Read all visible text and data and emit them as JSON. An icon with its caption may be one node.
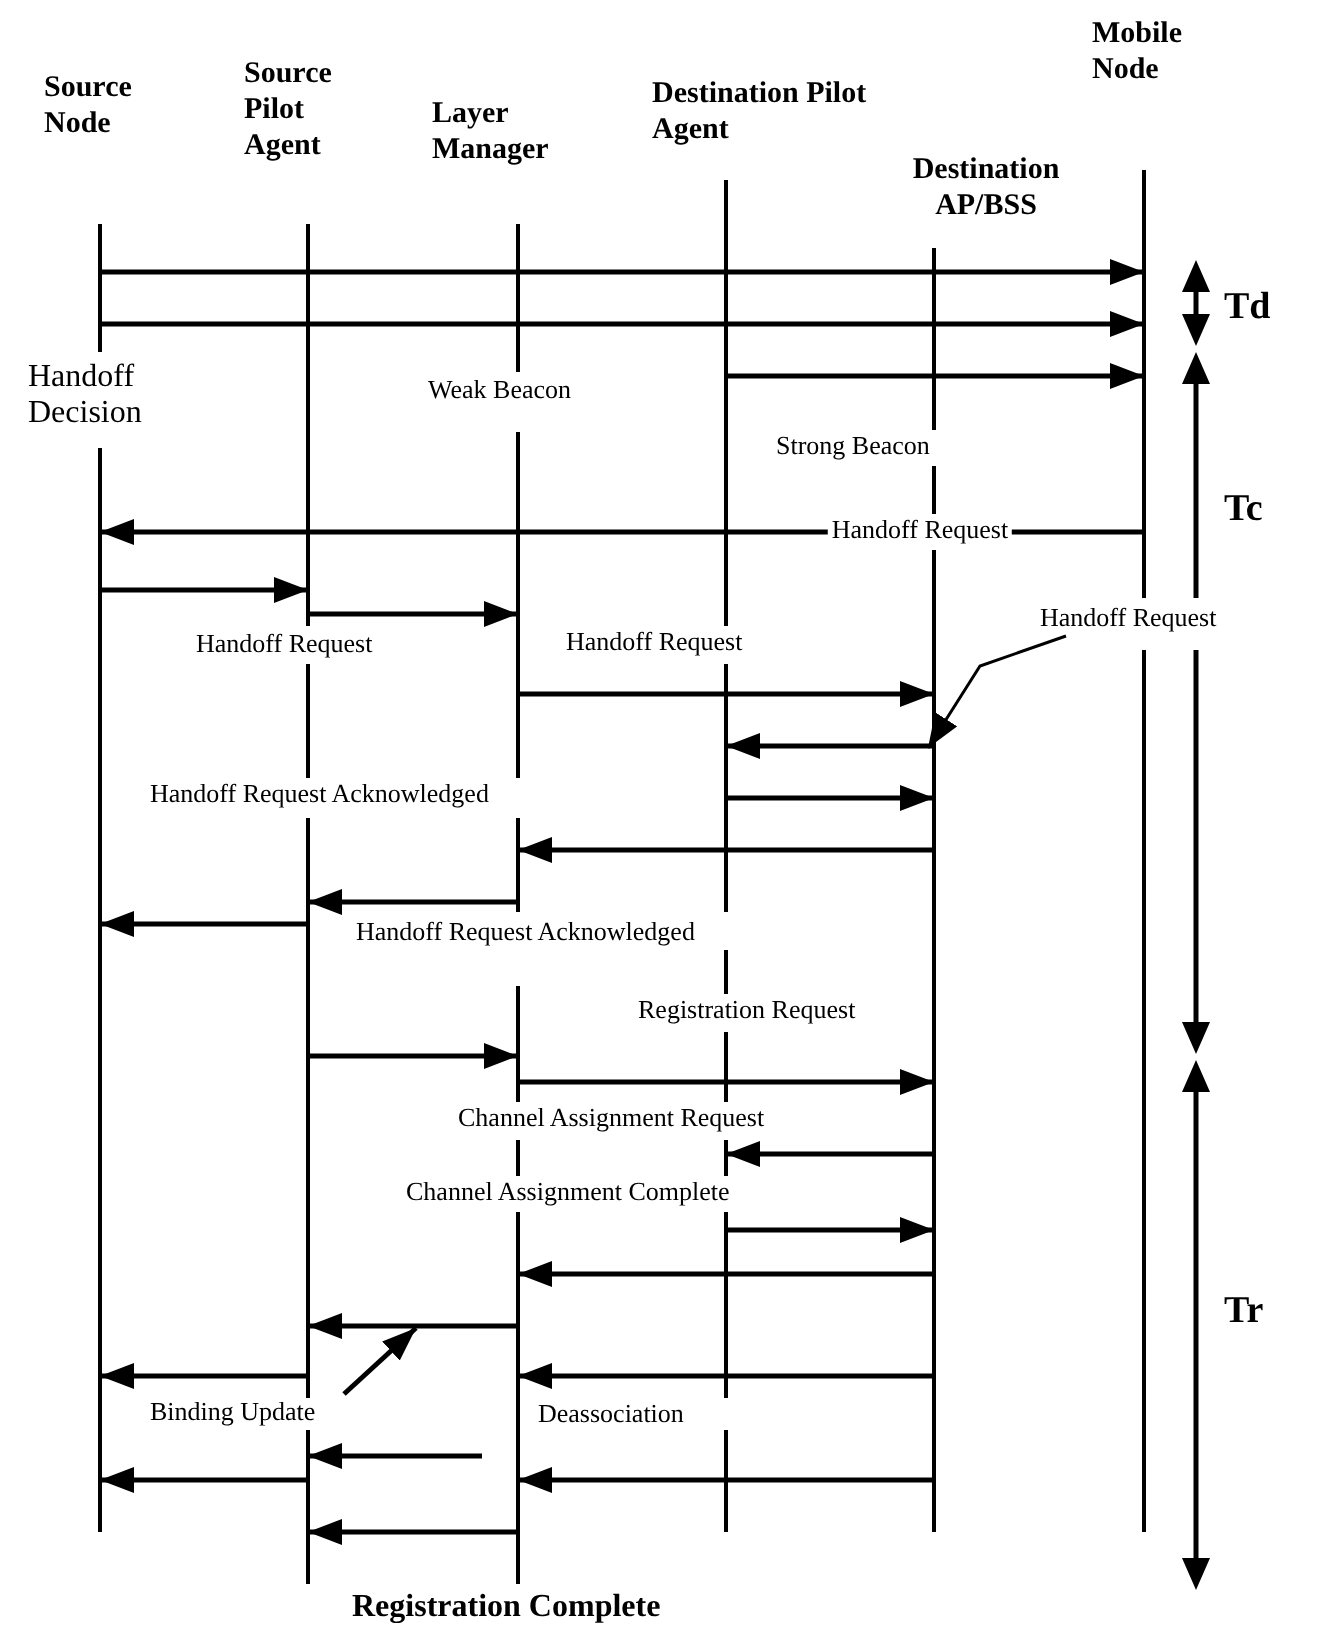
{
  "diagram": {
    "nodes": [
      {
        "text": [
          "Source Node"
        ]
      },
      {
        "text": [
          "Source Pilot Agent"
        ]
      },
      {
        "text": [
          "Layer Manager"
        ]
      },
      {
        "text": [
          "Destination Pilot Agent"
        ]
      },
      {
        "text": [
          "Destination AP/BSS"
        ]
      },
      {
        "text": [
          "Mobile Node"
        ]
      },
      {
        "text": [
          "Handoff Request"
        ]
      },
      {
        "text": [
          "Binding Update"
        ]
      }
    ],
    "edges": [
      {
        "from": 0,
        "to": 5,
        "arrow": "to"
      },
      {
        "from": 0,
        "to": 5,
        "arrow": "to"
      },
      {
        "from": 3,
        "to": 5,
        "arrow": "to"
      },
      {
        "from": 5,
        "to": 0,
        "arrow": "to",
        "label": "Handoff Request"
      },
      {
        "from": 0,
        "to": 1,
        "arrow": "to"
      },
      {
        "from": 1,
        "to": 2,
        "arrow": "to"
      },
      {
        "from": 2,
        "to": 4,
        "arrow": "to"
      },
      {
        "from": 4,
        "to": 3,
        "arrow": "to"
      },
      {
        "from": 3,
        "to": 4,
        "arrow": "to"
      },
      {
        "from": 4,
        "to": 2,
        "arrow": "to"
      },
      {
        "from": 2,
        "to": 1,
        "arrow": "to"
      },
      {
        "from": 1,
        "to": 0,
        "arrow": "to"
      },
      {
        "from": 1,
        "to": 2,
        "arrow": "to"
      },
      {
        "from": 2,
        "to": 4,
        "arrow": "to"
      },
      {
        "from": 4,
        "to": 3,
        "arrow": "to"
      },
      {
        "from": 3,
        "to": 4,
        "arrow": "to"
      },
      {
        "from": 4,
        "to": 2,
        "arrow": "to"
      },
      {
        "from": 2,
        "to": 1,
        "arrow": "to"
      },
      {
        "from": 1,
        "to": 0,
        "arrow": "to"
      },
      {
        "from": 4,
        "to": 2,
        "arrow": "to"
      },
      {
        "from": null,
        "to": 1,
        "arrow": "to"
      },
      {
        "from": 1,
        "to": 0,
        "arrow": "to"
      },
      {
        "from": 4,
        "to": 2,
        "arrow": "to"
      },
      {
        "from": 2,
        "to": 1,
        "arrow": "to"
      },
      {
        "from": 6,
        "to": 4,
        "arrow": "to"
      },
      {
        "from": 7,
        "to": null,
        "arrow": "to"
      }
    ],
    "labels": [
      "Td",
      "Handoff Decision",
      "Weak Beacon",
      "Strong Beacon",
      "Tc",
      "Handoff Request",
      "Handoff Request",
      "Handoff Request Acknowledged",
      "Handoff Request Acknowledged",
      "Registration  Request",
      "Channel Assignment Request",
      "Channel Assignment Complete",
      "Tr",
      "Deassociation",
      "Registration Complete"
    ]
  }
}
